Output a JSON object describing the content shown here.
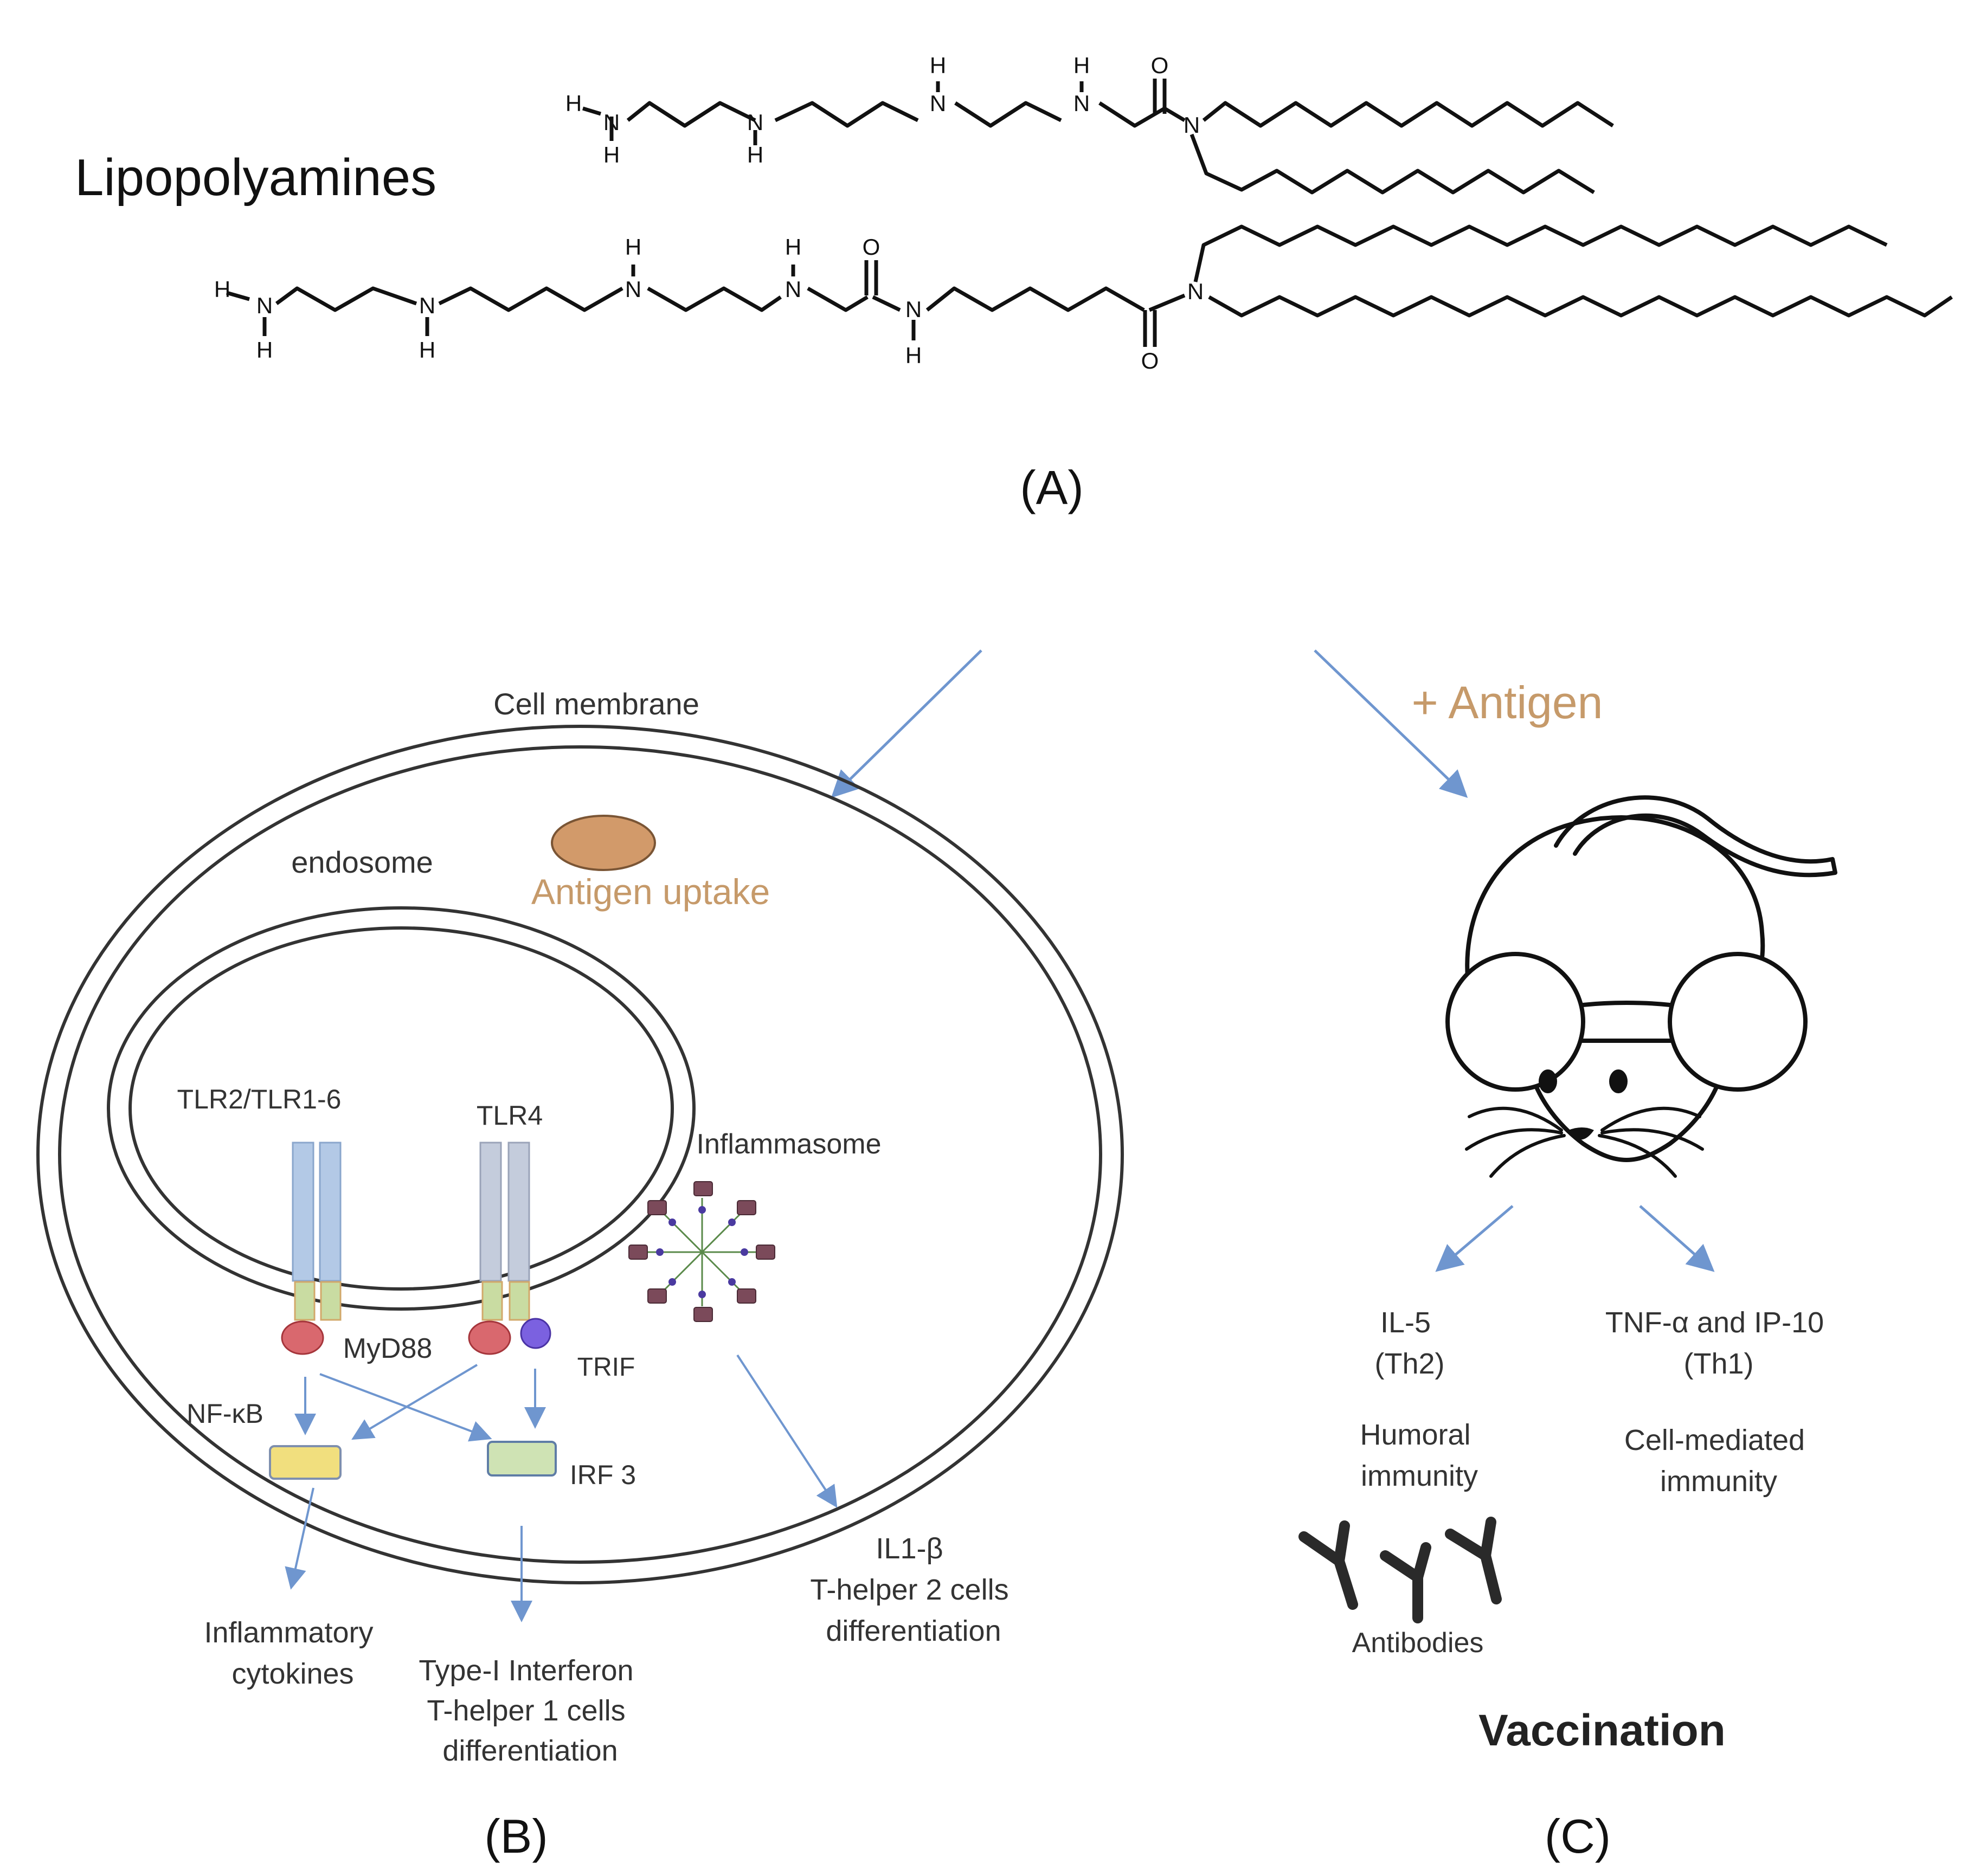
{
  "panel_a": {
    "title": "Lipopolyamines",
    "caption": "(A)",
    "atoms": {
      "h": "H",
      "n": "N",
      "o": "O"
    }
  },
  "panel_b": {
    "caption": "(B)",
    "cell_membrane": "Cell membrane",
    "endosome": "endosome",
    "antigen_uptake": "Antigen uptake",
    "tlr2": "TLR2/TLR1-6",
    "tlr4": "TLR4",
    "inflammasome": "Inflammasome",
    "myd88": "MyD88",
    "trif": "TRIF",
    "nfkb": "NF-κB",
    "irf3": "IRF 3",
    "inflammatory_cytokines": [
      "Inflammatory",
      "cytokines"
    ],
    "type_i_interferon": [
      "Type-I Interferon",
      "T-helper 1 cells",
      "differentiation"
    ],
    "il1b": [
      "IL1-β",
      "T-helper 2 cells",
      "differentiation"
    ]
  },
  "panel_c": {
    "caption": "(C)",
    "antigen": "+ Antigen",
    "il5": [
      "IL-5",
      "(Th2)"
    ],
    "tnf": [
      "TNF-α and IP-10",
      "(Th1)"
    ],
    "humoral": [
      "Humoral",
      "immunity"
    ],
    "cell_mediated": [
      "Cell-mediated",
      "immunity"
    ],
    "antibodies": "Antibodies",
    "vaccination": "Vaccination"
  },
  "colors": {
    "arrow": "#6f96cf",
    "antigen_text": "#c69a6a",
    "antigen_blob": "#d29a6a",
    "tlr2": "#b3c9e6",
    "tlr4": "#c4ccdc",
    "tir": "#c9dca2",
    "myd88": "#d9686e",
    "trif": "#7b61e0",
    "nfkb": "#f1df7e",
    "irf3": "#cfe3b4"
  }
}
